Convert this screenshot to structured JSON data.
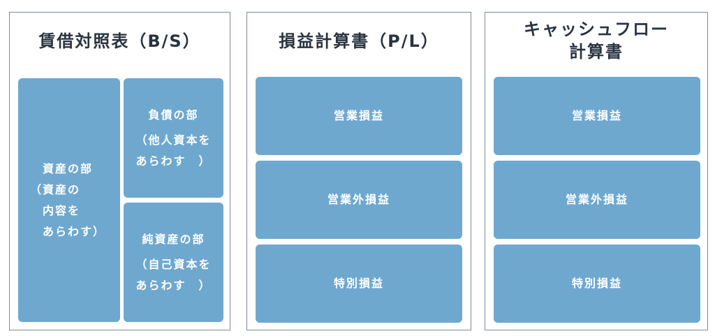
{
  "bs": {
    "title": "賃借対照表（B/S）",
    "assets": {
      "line1": "資産の部",
      "line2": "（資産の",
      "line3": "内容を",
      "line4": "あらわす）"
    },
    "liabilities": {
      "line1": "負債の部",
      "line2": "（他人資本を",
      "line3": "あらわす　）"
    },
    "equity": {
      "line1": "純資産の部",
      "line2": "（自己資本を",
      "line3": "あらわす　）"
    }
  },
  "pl": {
    "title": "損益計算書（P/L）",
    "items": [
      "営業損益",
      "営業外損益",
      "特別損益"
    ]
  },
  "cf": {
    "title_line1": "キャッシュフロー",
    "title_line2": "計算書",
    "items": [
      "営業損益",
      "営業外損益",
      "特別損益"
    ]
  },
  "colors": {
    "block_fill": "#6fa8cf",
    "border": "#7f8a96",
    "title_text": "#2a3440"
  }
}
